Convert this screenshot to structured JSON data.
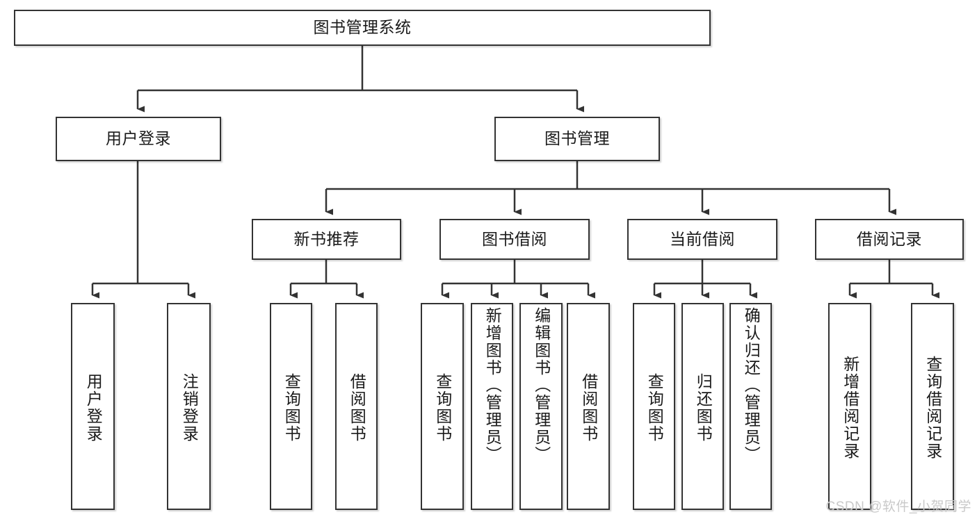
{
  "diagram": {
    "type": "tree-hierarchy",
    "title": "图书管理系统",
    "watermark": "CSDN @软件_小贺同学",
    "colors": {
      "stroke": "#333333",
      "text": "#1a1a1a",
      "background": "#ffffff",
      "watermark": "#c9c9c9"
    },
    "levels": {
      "root": {
        "label": "图书管理系统"
      },
      "level2": [
        {
          "label": "用户登录"
        },
        {
          "label": "图书管理"
        }
      ],
      "level3": [
        {
          "label": "新书推荐"
        },
        {
          "label": "图书借阅"
        },
        {
          "label": "当前借阅"
        },
        {
          "label": "借阅记录"
        }
      ],
      "leaves": {
        "user_login": [
          {
            "label": "用户登录"
          },
          {
            "label": "注销登录"
          }
        ],
        "new_book_recommend": [
          {
            "label": "查询图书"
          },
          {
            "label": "借阅图书"
          }
        ],
        "book_borrow": [
          {
            "label": "查询图书"
          },
          {
            "label": "新增图书（管理员）"
          },
          {
            "label": "编辑图书（管理员）"
          },
          {
            "label": "借阅图书"
          }
        ],
        "current_borrow": [
          {
            "label": "查询图书"
          },
          {
            "label": "归还图书"
          },
          {
            "label": "确认归还（管理员）"
          }
        ],
        "borrow_record": [
          {
            "label": "新增借阅记录"
          },
          {
            "label": "查询借阅记录"
          }
        ]
      }
    }
  }
}
